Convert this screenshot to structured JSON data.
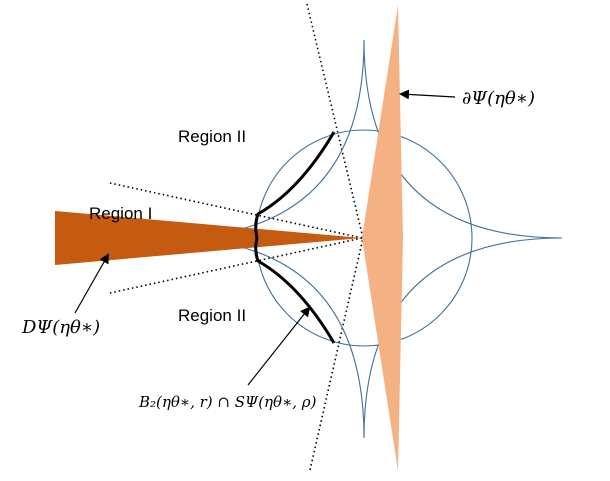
{
  "labels": {
    "region_upper": "Region II",
    "region_middle": "Region I",
    "region_lower": "Region II",
    "boundary": "∂Ψ(ηθ∗)",
    "d_psi": "DΨ(ηθ∗)",
    "intersection": "B₂(ηθ∗, r) ∩ SΨ(ηθ∗, ρ)"
  },
  "colors": {
    "cone_fill": "#c55a11",
    "boundary_fill": "#f4b183",
    "circle_stroke": "#41719c",
    "arc_stroke": "#000000",
    "dotted_line": "#000000"
  }
}
